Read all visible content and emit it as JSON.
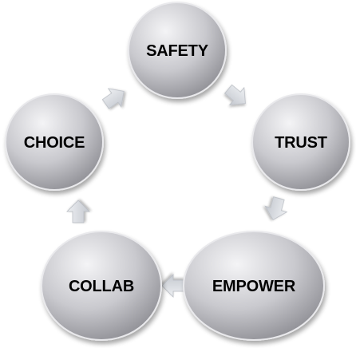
{
  "diagram": {
    "type": "cycle",
    "colors": {
      "background": "#ffffff",
      "node_fill_light": "#f4f4f6",
      "node_fill_mid": "#c9c9ce",
      "node_fill_dark": "#8f8f95",
      "arrow_fill": "#d8dbe0",
      "text": "#000000"
    },
    "nodes": [
      {
        "label": "SAFETY"
      },
      {
        "label": "TRUST"
      },
      {
        "label": "EMPOWER"
      },
      {
        "label": "COLLAB"
      },
      {
        "label": "CHOICE"
      }
    ],
    "connectors": [
      {
        "from": "SAFETY",
        "to": "TRUST",
        "icon": "arrow-icon"
      },
      {
        "from": "TRUST",
        "to": "EMPOWER",
        "icon": "arrow-icon"
      },
      {
        "from": "EMPOWER",
        "to": "COLLAB",
        "icon": "arrow-icon"
      },
      {
        "from": "COLLAB",
        "to": "CHOICE",
        "icon": "arrow-icon"
      },
      {
        "from": "CHOICE",
        "to": "SAFETY",
        "icon": "arrow-icon"
      }
    ]
  }
}
